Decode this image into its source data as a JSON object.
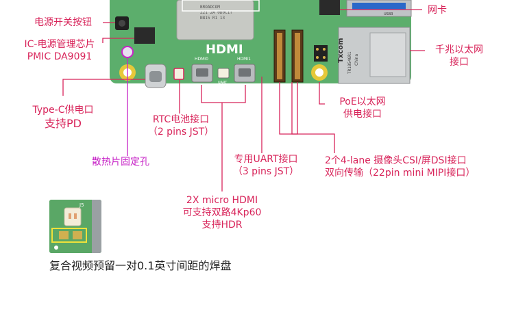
{
  "labels": {
    "power_button": "电源开关按钮",
    "pmic_1": "IC-电源管理芯片",
    "pmic_2": "PMIC DA9091",
    "typec_1": "Type-C供电口",
    "typec_2": "支持PD",
    "heatsink": "散热片固定孔",
    "rtc_1": "RTC电池接口",
    "rtc_2": "（2 pins JST）",
    "hdmi_1": "2X micro HDMI",
    "hdmi_2": "可支持双路4Kp60",
    "hdmi_3": "支持HDR",
    "uart_1": "专用UART接口",
    "uart_2": "（3 pins JST）",
    "csi_1": "2个4-lane 摄像头CSI/屏DSI接口",
    "csi_2": "双向传输（22pin mini MIPI接口）",
    "poe_1": "PoE以太网",
    "poe_2": "供电接口",
    "nic": "网卡",
    "eth_1": "千兆以太网",
    "eth_2": "接口",
    "inset_caption": "复合视频预留一对0.1英寸间距的焊盘"
  },
  "board_text": {
    "hdmi_logo": "HDMI",
    "hdmi0": "HDMI0",
    "hdmi1": "HDMI1",
    "uart": "UART",
    "j5": "J5",
    "chip_line1": "BROADCOM",
    "chip_line2": "Z21 2A 0D0C1T",
    "chip_line3": "N815 R1 13",
    "usb3": "USB3",
    "rj45_brand": "Txcom",
    "rj45_part": "TR1054GR1",
    "rj45_origin": "China"
  },
  "colors": {
    "leader_red": "#d8245a",
    "leader_magenta": "#c724c7",
    "pcb_green": "#5cae6c"
  }
}
